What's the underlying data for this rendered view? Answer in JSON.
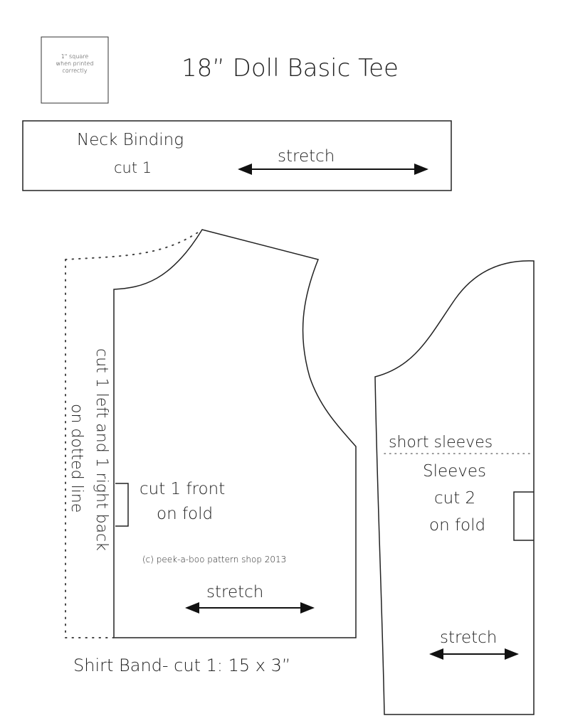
{
  "title": "18” Doll Basic Tee",
  "scale_square": {
    "line1": "1\" square",
    "line2": "when printed",
    "line3": "correctly"
  },
  "neck_binding": {
    "name": "Neck Binding",
    "cut": "cut 1",
    "grain": "stretch"
  },
  "bodice": {
    "side_label_1": "cut 1 left and 1 right back",
    "side_label_2": "on dotted line",
    "front_1": "cut 1 front",
    "front_2": "on fold",
    "copyright": "(c) peek-a-boo pattern shop 2013",
    "grain": "stretch"
  },
  "shirt_band": "Shirt Band- cut 1: 15 x 3”",
  "sleeve": {
    "short_label": "short sleeves",
    "name": "Sleeves",
    "cut": "cut 2",
    "fold": "on fold",
    "grain": "stretch"
  }
}
